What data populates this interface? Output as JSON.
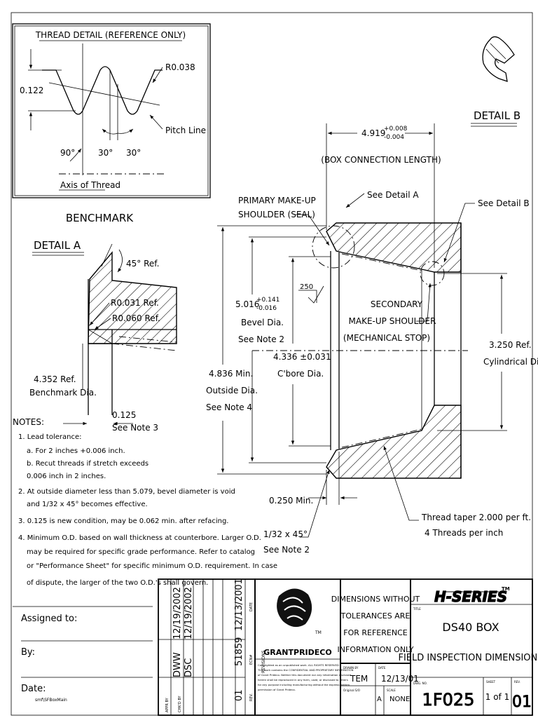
{
  "thread_detail": {
    "title": "THREAD DETAIL (REFERENCE ONLY)",
    "radius": "R0.038",
    "height": "0.122",
    "pitch_line": "Pitch Line",
    "angle_90": "90°",
    "angle_30a": "30°",
    "angle_30b": "30°",
    "axis": "Axis of Thread"
  },
  "benchmark_label": "BENCHMARK",
  "detail_a": {
    "title": "DETAIL A",
    "angle": "45° Ref.",
    "r1": "R0.031 Ref.",
    "r2": "R0.060 Ref.",
    "dia_1": "4.352 Ref.",
    "dia_2": "Benchmark Dia.",
    "len_1": "0.125",
    "len_2": "See Note 3"
  },
  "detail_b": {
    "title": "DETAIL B"
  },
  "main": {
    "box_len_value": "4.919",
    "box_len_plus": "+0.008",
    "box_len_minus": "-0.004",
    "box_len_label": "(BOX CONNECTION LENGTH)",
    "primary_1": "PRIMARY MAKE-UP",
    "primary_2": "SHOULDER (SEAL)",
    "see_a": "See Detail A",
    "see_b": "See Detail B",
    "bevel_value": "5.016",
    "bevel_plus": "+0.141",
    "bevel_minus": "-0.016",
    "bevel_1": "Bevel Dia.",
    "bevel_2": "See Note 2",
    "finish": "250",
    "secondary_1": "SECONDARY",
    "secondary_2": "MAKE-UP SHOULDER",
    "secondary_3": "(MECHANICAL STOP)",
    "cyl_1": "3.250 Ref.",
    "cyl_2": "Cylindrical Dia.",
    "cbore_1": "4.336 ±0.031",
    "cbore_2": "C'bore Dia.",
    "od_1": "4.836 Min.",
    "od_2": "Outside Dia.",
    "od_3": "See Note 4",
    "min_250": "0.250 Min.",
    "taper_1": "Thread taper 2.000 per ft.",
    "taper_2": "4 Threads per inch",
    "chamfer_1": "1/32 x 45°",
    "chamfer_2": "See Note 2"
  },
  "notes": {
    "heading": "NOTES:",
    "lines": [
      "1. Lead tolerance:",
      "a. For 2 inches +0.006 inch.",
      "b. Recut threads if stretch exceeds",
      "0.006 inch in 2 inches.",
      "2. At outside diameter less than 5.079, bevel diameter is void",
      "and 1/32 x 45° becomes effective.",
      "3. 0.125 is new condition, may be 0.062 min. after refacing.",
      "4. Minimum O.D. based on wall thickness at counterbore.  Larger O.D.",
      "may be required for specific grade performance.  Refer to catalog",
      "or \"Performance Sheet\" for specific minimum O.D. requirement.  In case",
      "of dispute, the larger of the two O.D.'s shall govern."
    ]
  },
  "title_block": {
    "assigned": "Assigned to:",
    "by": "By:",
    "date": "Date:",
    "file": "smf\\SFBoxMain",
    "appr_by": "APPR BY",
    "appr_name": "DWW",
    "appr_date": "12/19/2002",
    "chkd_by": "CHK'D BY",
    "chkd_name": "DSC",
    "chkd_date": "12/19/2002",
    "rev": "01",
    "rev_label": "REV.",
    "ecn": "51859",
    "ecn_label": "ECN#",
    "rev_date": "12/13/2001",
    "date_label": "DATE",
    "revisions_label": "REVISIONS",
    "company": "GRANTPRIDECO",
    "tm": "TM",
    "copyright": [
      "Copyrighted as an unpublished work. ALL RIGHTS RESERVED",
      "This work contains the CONFIDENTIAL AND PROPRIETARY INFORMATION",
      "of Grant Prideco. Neither this document nor any information disclosed",
      "herein shall be reproduced in any form, used, or disclosed to others",
      "for any purpose including manufacturing without the express written",
      "permission of Grant Prideco."
    ],
    "tol_1": "DIMENSIONS WITHOUT",
    "tol_2": "TOLERANCES ARE",
    "tol_3": "FOR REFERENCE",
    "tol_4": "INFORMATION ONLY",
    "drawn_label": "DRAWN BY",
    "drawn_by": "TEM",
    "draw_date_label": "DATE",
    "draw_date": "12/13/01",
    "original_label": "Original S/O",
    "size_value": "A",
    "scale_label": "SCALE",
    "scale": "NONE",
    "series": "H-SERIES",
    "series_tm": "TM",
    "title_label": "TITLE",
    "title_1": "DS40 BOX",
    "title_2": "FIELD INSPECTION DIMENSIONS",
    "dwg_label": "DWG. NO.",
    "dwg_no": "1F025",
    "sheet_label": "SHEET",
    "sheet": "1 of 1",
    "rev2_label": "REV.",
    "rev2": "01"
  }
}
